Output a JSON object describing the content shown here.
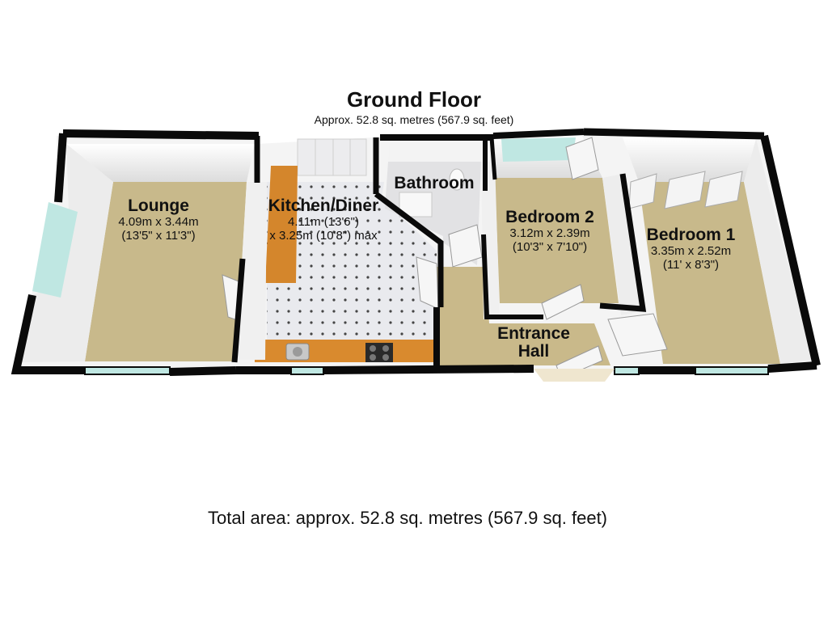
{
  "header": {
    "title": "Ground Floor",
    "subtitle": "Approx. 52.8 sq. metres (567.9 sq. feet)"
  },
  "footer": {
    "total_area": "Total area: approx. 52.8 sq. metres (567.9 sq. feet)"
  },
  "rooms": {
    "lounge": {
      "name": "Lounge",
      "dim1": "4.09m x 3.44m",
      "dim2": "(13'5\" x 11'3\")"
    },
    "kitchen": {
      "name": "Kitchen/Diner",
      "dim1": "4.11m (13'6\")",
      "dim2": "x 3.25m (10'8\") max"
    },
    "bathroom": {
      "name": "Bathroom"
    },
    "bedroom2": {
      "name": "Bedroom 2",
      "dim1": "3.12m x 2.39m",
      "dim2": "(10'3\" x 7'10\")"
    },
    "bedroom1": {
      "name": "Bedroom 1",
      "dim1": "3.35m x 2.52m",
      "dim2": "(11' x 8'3\")"
    },
    "entrance": {
      "name_line1": "Entrance",
      "name_line2": "Hall"
    }
  },
  "colors": {
    "wall": "#0a0a0a",
    "carpet": "#c9b98a",
    "tile": "#e8e8ea",
    "counter": "#d98a2e",
    "window": "#b9e6e2",
    "inner_wall": "#f1f1f1"
  }
}
